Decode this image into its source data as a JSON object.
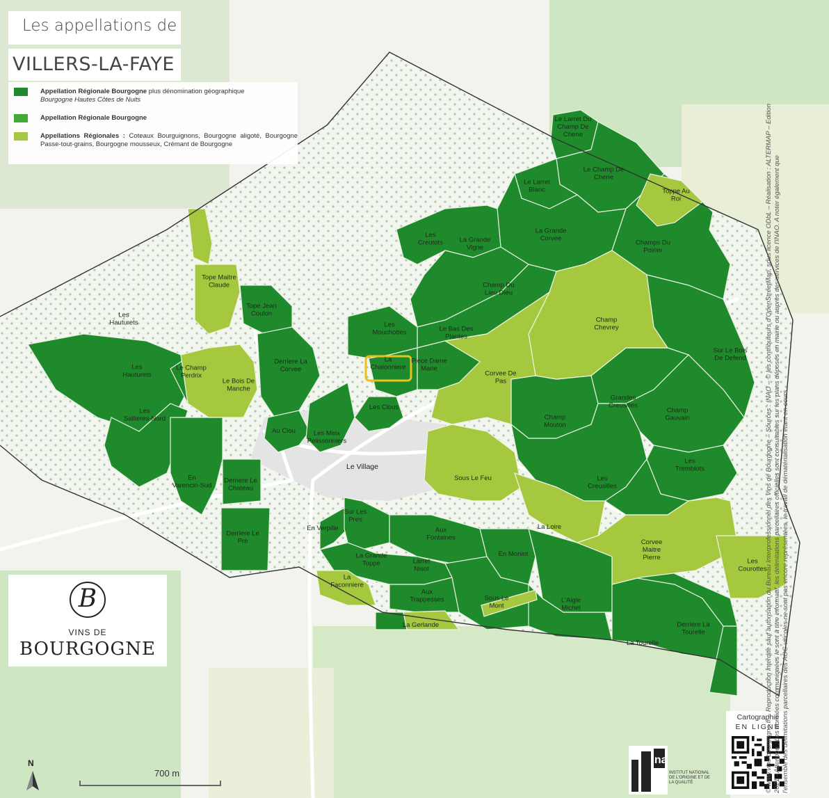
{
  "title": {
    "line1": "Les appellations de",
    "line2": "VILLERS-LA-FAYE"
  },
  "legend": [
    {
      "bold": "Appellation Régionale Bourgogne",
      "text": " plus dénomination géographique",
      "sub": "Bourgogne Hautes Côtes de Nuits",
      "color": "#1f8a2c"
    },
    {
      "bold": "Appellation Régionale Bourgogne",
      "text": "",
      "sub": "",
      "color": "#43a935"
    },
    {
      "bold": "Appellations Régionales :",
      "text": " Coteaux Bourguignons, Bourgogne aligoté, Bourgogne Passe-tout-grains, Bourgogne mousseux, Crémant de Bourgogne",
      "sub": "",
      "color": "#a6c83f"
    }
  ],
  "colors": {
    "dark_green": "#1f8a2c",
    "light_green": "#a6c83f",
    "highlight": "#e8c21a",
    "forest": "#cfe6c2",
    "field": "#e8efd6"
  },
  "map": {
    "parcels": [
      {
        "id": "larret-du-champ-de-chene",
        "label": "Le Larret Du\nChamp De\nChene",
        "category": "dark"
      },
      {
        "id": "champ-de-chene",
        "label": "Le Champ De\nChene",
        "category": "dark"
      },
      {
        "id": "larret-blanc",
        "label": "Le Larret\nBlanc",
        "category": "dark"
      },
      {
        "id": "toppe-au-roi",
        "label": "Toppe Au\nRoi",
        "category": "light"
      },
      {
        "id": "grande-corvee",
        "label": "La Grande\nCorvee",
        "category": "dark"
      },
      {
        "id": "champs-du-poirier",
        "label": "Champs Du\nPoirier",
        "category": "dark"
      },
      {
        "id": "creutots",
        "label": "Les\nCreutots",
        "category": "dark"
      },
      {
        "id": "grande-vigne",
        "label": "La Grande\nVigne",
        "category": "dark"
      },
      {
        "id": "champ-du-lieu-dieu",
        "label": "Champ Du\nLieu Dieu",
        "category": "dark"
      },
      {
        "id": "champ-chevrey",
        "label": "Champ\nChevrey",
        "category": "light"
      },
      {
        "id": "sur-le-bois-de-defend",
        "label": "Sur Le Bois\nDe Defend",
        "category": "dark"
      },
      {
        "id": "mouchottes",
        "label": "Les\nMouchottes",
        "category": "dark"
      },
      {
        "id": "bas-des-plantes",
        "label": "Le Bas Des\nPlantes",
        "category": "dark"
      },
      {
        "id": "chalonniere",
        "label": "La\nChalonniere",
        "category": "dark",
        "highlighted": true
      },
      {
        "id": "piece-dame-marie",
        "label": "Piece Dame\nMarie",
        "category": "dark"
      },
      {
        "id": "corvee-de-pas",
        "label": "Corvee De\nPas",
        "category": "light"
      },
      {
        "id": "grandes-creusilles",
        "label": "Grandes\nCreusilles",
        "category": "dark"
      },
      {
        "id": "champ-gauvain",
        "label": "Champ\nGauvain",
        "category": "dark"
      },
      {
        "id": "champ-mouton",
        "label": "Champ\nMouton",
        "category": "dark"
      },
      {
        "id": "les-clous",
        "label": "Les Clous",
        "category": "dark"
      },
      {
        "id": "tope-maitre-claude",
        "label": "Tope Maitre\nClaude",
        "category": "light"
      },
      {
        "id": "tope-jean-coulon",
        "label": "Tope Jean\nCoulon",
        "category": "dark"
      },
      {
        "id": "les-hauturets-n",
        "label": "Les\nHauturets",
        "category": "none"
      },
      {
        "id": "les-hauturets",
        "label": "Les\nHauturets",
        "category": "dark"
      },
      {
        "id": "le-champ-perdrix",
        "label": "Le Champ\nPerdrix",
        "category": "dark"
      },
      {
        "id": "bois-de-manche",
        "label": "Le Bois De\nManche",
        "category": "light"
      },
      {
        "id": "derriere-la-corvee",
        "label": "Derriere La\nCorvee",
        "category": "dark"
      },
      {
        "id": "au-clou",
        "label": "Au Clou",
        "category": "dark"
      },
      {
        "id": "les-meix-pelissonniers",
        "label": "Les Meix\nPelissonniers",
        "category": "dark"
      },
      {
        "id": "sallieres-nord",
        "label": "Les\nSallieres-Nord",
        "category": "dark"
      },
      {
        "id": "en-varencin-sud",
        "label": "En\nVarencin-Sud",
        "category": "dark"
      },
      {
        "id": "derriere-le-chateau",
        "label": "Derriere Le\nChateau",
        "category": "dark"
      },
      {
        "id": "derriere-le-pre",
        "label": "Derriere Le\nPre",
        "category": "dark"
      },
      {
        "id": "le-village",
        "label": "Le Village",
        "category": "none"
      },
      {
        "id": "sous-le-feu",
        "label": "Sous Le Feu",
        "category": "light"
      },
      {
        "id": "les-tremblots",
        "label": "Les\nTremblots",
        "category": "dark"
      },
      {
        "id": "les-creusilles",
        "label": "Les\nCreusilles",
        "category": "dark"
      },
      {
        "id": "la-loire",
        "label": "La Loire",
        "category": "light"
      },
      {
        "id": "corvee-maitre-pierre",
        "label": "Corvee\nMaitre\nPierre",
        "category": "light"
      },
      {
        "id": "les-courottes",
        "label": "Les\nCourottes",
        "category": "light"
      },
      {
        "id": "en-verpille",
        "label": "En Verpille",
        "category": "dark"
      },
      {
        "id": "sur-les-pres",
        "label": "Sur Les\nPres",
        "category": "dark"
      },
      {
        "id": "aux-fontaines",
        "label": "Aux\nFontaines",
        "category": "dark"
      },
      {
        "id": "en-moniot",
        "label": "En Moniot",
        "category": "dark"
      },
      {
        "id": "la-grande-toppe",
        "label": "La Grande\nToppe",
        "category": "dark"
      },
      {
        "id": "larret-nisot",
        "label": "Larret\nNisot",
        "category": "dark"
      },
      {
        "id": "la-faconniere",
        "label": "La\nFaconniere",
        "category": "light"
      },
      {
        "id": "aux-trappesses",
        "label": "Aux\nTrappesses",
        "category": "dark"
      },
      {
        "id": "sous-le-mont",
        "label": "Sous Le\nMont",
        "category": "dark"
      },
      {
        "id": "laigle-michel",
        "label": "L'Aigle\nMichel",
        "category": "dark"
      },
      {
        "id": "derriere-la-tourelle",
        "label": "Derriere La\nTourelle",
        "category": "dark"
      },
      {
        "id": "la-gerlande",
        "label": "La Gerlande",
        "category": "light"
      },
      {
        "id": "la-tourelle",
        "label": "La Tourelle",
        "category": "dark"
      }
    ]
  },
  "logo": {
    "line1": "VINS DE",
    "line2": "BOURGOGNE",
    "monogram": "B"
  },
  "carto": {
    "line1": "Cartographie",
    "line2": "EN LIGNE",
    "icon": "qr-code-icon"
  },
  "inao": {
    "text": "INSTITUT NATIONAL DE L'ORIGINE ET DE LA QUALITÉ",
    "mark": "ina",
    "icon": "inao-logo-icon"
  },
  "north": "N",
  "scale": {
    "label": "700 m",
    "meters": 700
  },
  "credit": [
    "© www.vins-bourgogne.fr – Reproduction interdite sauf autorisation du Bureau Interprofessionnel des Vins de Bourgogne – Sources : INAO – © les contributeurs d'OpenStreetMap, sous licence ODbL – Réalisation : ALTERMAP – Edition",
    "2021 - Attention : Les données communiquées le sont à titre informatif, les délimitations parcellaires officielles sont consultables sur les plans déposés en mairie ou auprès des services de l'INAO. A noter également que",
    "l'ensemble des délimitations parcellaires des AOC viticoles ne sont pas encore représentées, le travail de dématérialisation étant en cours."
  ]
}
